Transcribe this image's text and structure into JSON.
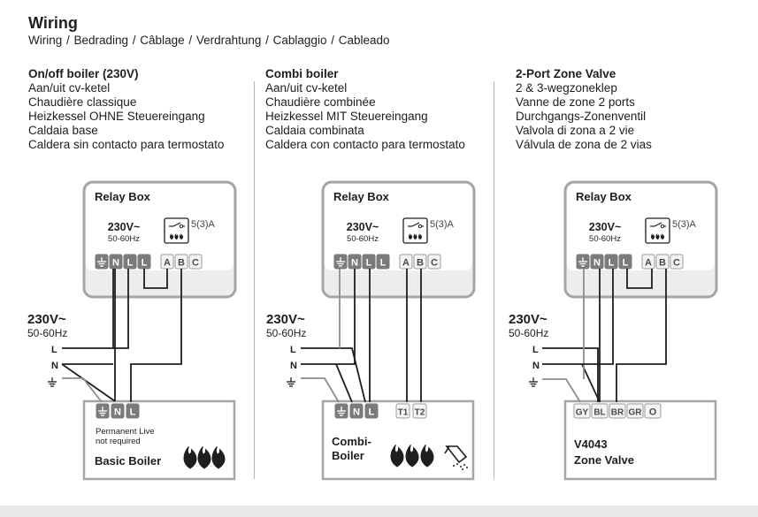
{
  "header": {
    "title": "Wiring",
    "subtitle": "Wiring / Bedrading / Câblage / Verdrahtung / Cablaggio / Cableado"
  },
  "columns": [
    {
      "heading": "On/off boiler (230V)",
      "lines": [
        "Aan/uit cv-ketel",
        "Chaudière classique",
        "Heizkessel OHNE Steuereingang",
        "Caldaia base",
        "Caldera sin contacto para termostato"
      ],
      "relay_box": {
        "title": "Relay Box",
        "voltage": "230V~",
        "frequency": "50-60Hz",
        "rating": "5(3)A",
        "terminals": [
          "⏚",
          "N",
          "L",
          "L",
          "A",
          "B",
          "C"
        ]
      },
      "supply": {
        "voltage": "230V~",
        "frequency": "50-60Hz",
        "lines": [
          "L",
          "N",
          "⏚"
        ]
      },
      "device": {
        "terminals": [
          "⏚",
          "N",
          "L"
        ],
        "note": [
          "Permanent Live",
          "not required"
        ],
        "label": [
          "Basic Boiler"
        ]
      }
    },
    {
      "heading": "Combi boiler",
      "lines": [
        "Aan/uit cv-ketel",
        "Chaudière combinée",
        "Heizkessel MIT Steuereingang",
        "Caldaia combinata",
        "Caldera con contacto para termostato"
      ],
      "relay_box": {
        "title": "Relay Box",
        "voltage": "230V~",
        "frequency": "50-60Hz",
        "rating": "5(3)A",
        "terminals": [
          "⏚",
          "N",
          "L",
          "L",
          "A",
          "B",
          "C"
        ]
      },
      "supply": {
        "voltage": "230V~",
        "frequency": "50-60Hz",
        "lines": [
          "L",
          "N",
          "⏚"
        ]
      },
      "device": {
        "terminals": [
          "⏚",
          "N",
          "L",
          "T1",
          "T2"
        ],
        "note": [],
        "label": [
          "Combi-",
          "Boiler"
        ]
      }
    },
    {
      "heading": "2-Port Zone Valve",
      "lines": [
        "2 & 3-wegzoneklep",
        "Vanne de zone 2 ports",
        "Durchgangs-Zonenventil",
        "Valvola di zona a 2 vie",
        "Válvula de zona de 2 vias"
      ],
      "relay_box": {
        "title": "Relay Box",
        "voltage": "230V~",
        "frequency": "50-60Hz",
        "rating": "5(3)A",
        "terminals": [
          "⏚",
          "N",
          "L",
          "L",
          "A",
          "B",
          "C"
        ]
      },
      "supply": {
        "voltage": "230V~",
        "frequency": "50-60Hz",
        "lines": [
          "L",
          "N",
          "⏚"
        ]
      },
      "device": {
        "terminals": [
          "GY",
          "BL",
          "BR",
          "GR",
          "O"
        ],
        "note": [],
        "label": [
          "V4043",
          "Zone Valve"
        ]
      }
    }
  ],
  "colors": {
    "line": "#1e1e1e",
    "earth_line": "#8c8c8c",
    "box_border": "#a5a5a5",
    "box_fill": "#ededed",
    "terminal_dark": "#7b7b7b",
    "terminal_light": "#f4f4f4"
  }
}
